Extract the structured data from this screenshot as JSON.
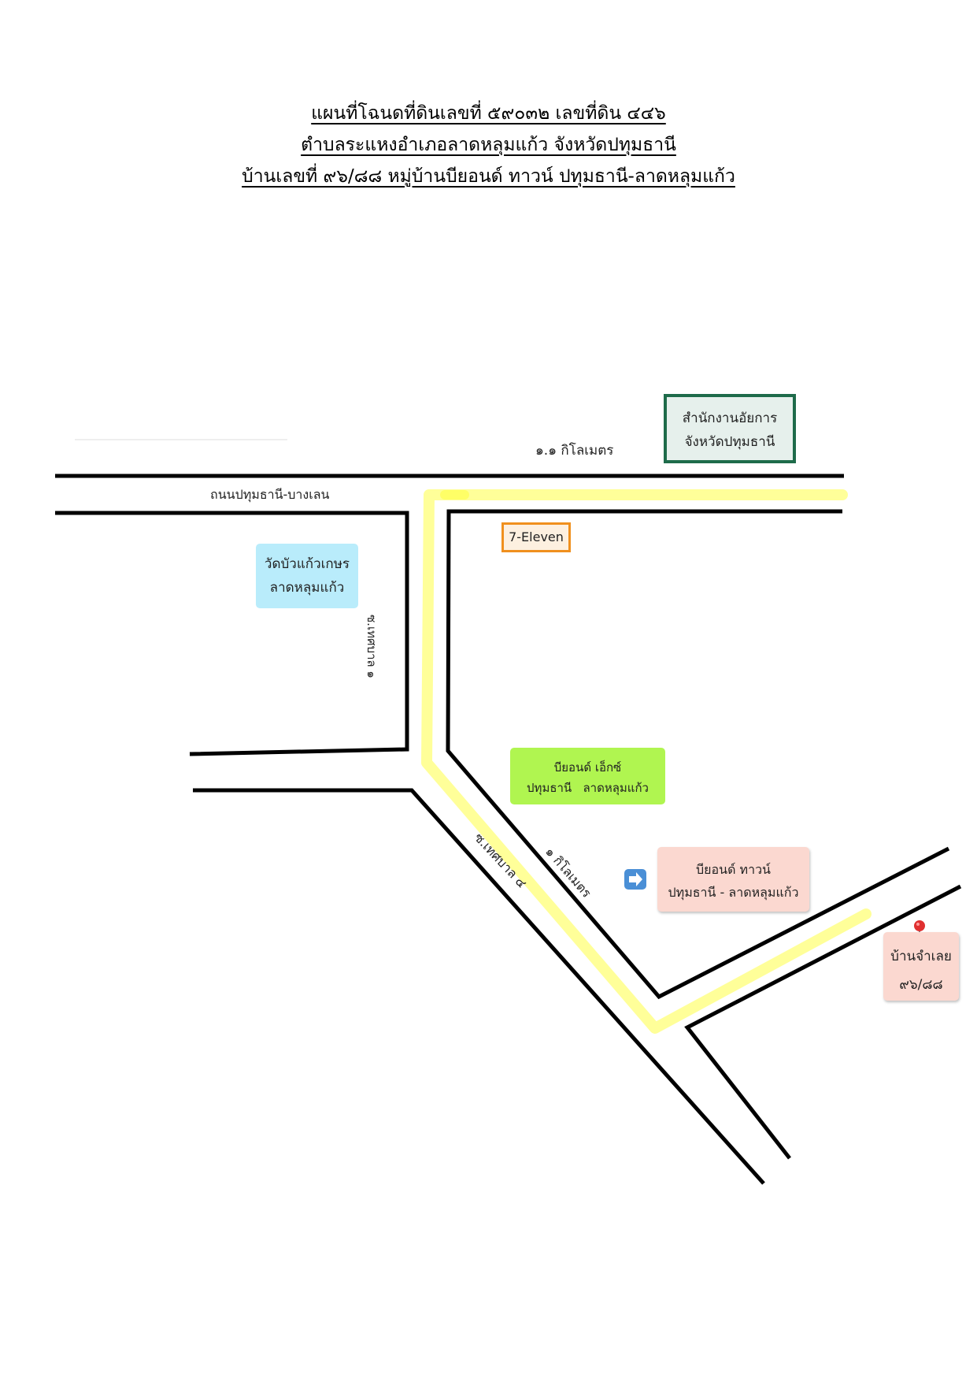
{
  "title": {
    "line1": "แผนที่โฉนดที่ดินเลขที่ ๕๙๐๓๒ เลขที่ดิน ๔๔๖",
    "line2": "ตำบลระแหงอำเภอลาดหลุมแก้ว จังหวัดปทุมธานี",
    "line3": "บ้านเลขที่ ๙๖/๘๘ หมู่บ้านบียอนด์ ทาวน์ ปทุมธานี-ลาดหลุมแก้ว"
  },
  "roads": {
    "main_road": "ถนนปทุมธานี-บางเลน",
    "soi_vertical": "ซ.เทศบาล ๑",
    "soi_diagonal": "ซ.เทศบาล ๔",
    "distance_top": "๑.๑ กิโลเมตร",
    "distance_diagonal": "๑ กิโลเมตร"
  },
  "landmarks": {
    "prosecutor": {
      "line1": "สำนักงานอัยการ",
      "line2": "จังหวัดปทุมธานี"
    },
    "seven_eleven": "7-Eleven",
    "temple": {
      "line1": "วัดบัวแก้วเกษร",
      "line2": "ลาดหลุมแก้ว"
    },
    "beyond_x": {
      "line1": "บียอนด์ เอ็กซ์",
      "line2": "ปทุมธานี   ลาดหลุมแก้ว"
    },
    "beyond_town": {
      "line1": "บียอนด์ ทาวน์",
      "line2": "ปทุมธานี - ลาดหลุมแก้ว"
    },
    "property": {
      "line1": "บ้านจำเลย",
      "line2": "๙๖/๘๘"
    }
  },
  "icons": {
    "arrow": "right-arrow-icon",
    "pin": "map-pin-icon"
  },
  "colors": {
    "route_highlight": "#ffff99",
    "prosecutor_border": "#1e6b4a",
    "prosecutor_fill": "#e6f0ec",
    "seven_eleven_border": "#f0901e",
    "seven_eleven_fill": "#fdf0e0",
    "temple_fill": "#b9ecfb",
    "beyond_x_fill": "#b0f550",
    "beyond_town_fill": "#fbd8d0",
    "property_fill": "#fbd8d0",
    "arrow_fill": "#4a8fd6",
    "pin_fill": "#e03030"
  }
}
